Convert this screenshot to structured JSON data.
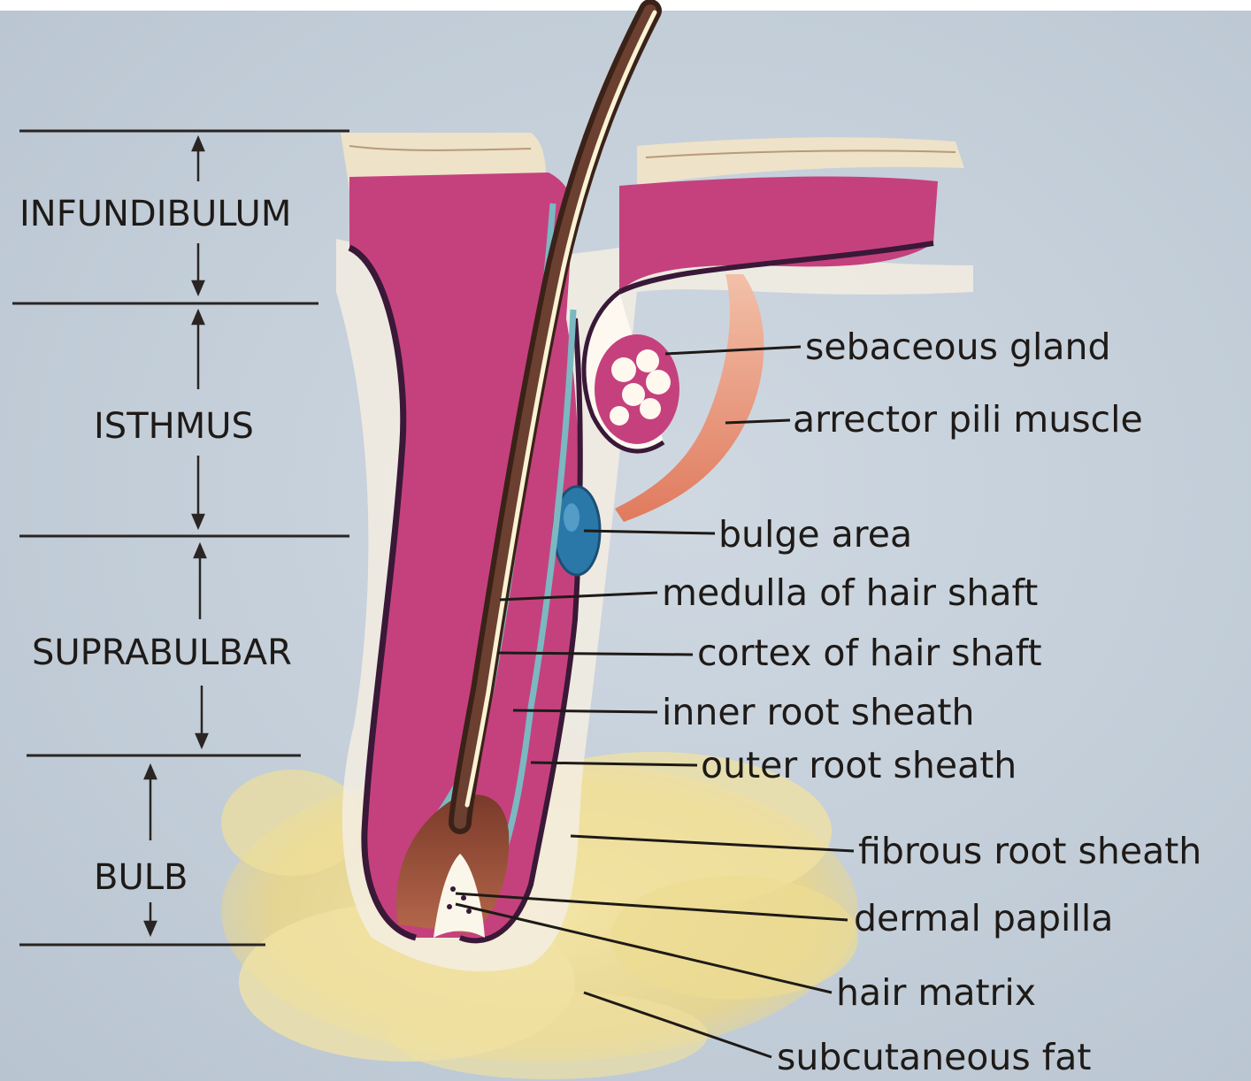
{
  "regions": {
    "infundibulum": "INFUNDIBULUM",
    "isthmus": "ISTHMUS",
    "suprabulbar": "SUPRABULBAR",
    "bulb": "BULB"
  },
  "parts": {
    "sebaceous_gland": "sebaceous gland",
    "arrector_pili_muscle": "arrector pili muscle",
    "bulge_area": "bulge area",
    "medulla": "medulla of hair shaft",
    "cortex": "cortex of hair shaft",
    "inner_root_sheath": "inner root sheath",
    "outer_root_sheath": "outer root sheath",
    "fibrous_root_sheath": "fibrous root sheath",
    "dermal_papilla": "dermal papilla",
    "hair_matrix": "hair matrix",
    "subcutaneous_fat": "subcutaneous fat"
  },
  "colors": {
    "background": "#c6d0da",
    "epidermis": "#efe4cf",
    "dermis_pink": "#c8407e",
    "dark_outline": "#3a1838",
    "inner_sheath": "#7bb8c2",
    "hair_shaft": "#4a2c1c",
    "medulla": "#fbf6e6",
    "muscle": "#d9745a",
    "bulge": "#2a78a8",
    "fat": "#ecd98e",
    "text": "#1e1a17"
  }
}
